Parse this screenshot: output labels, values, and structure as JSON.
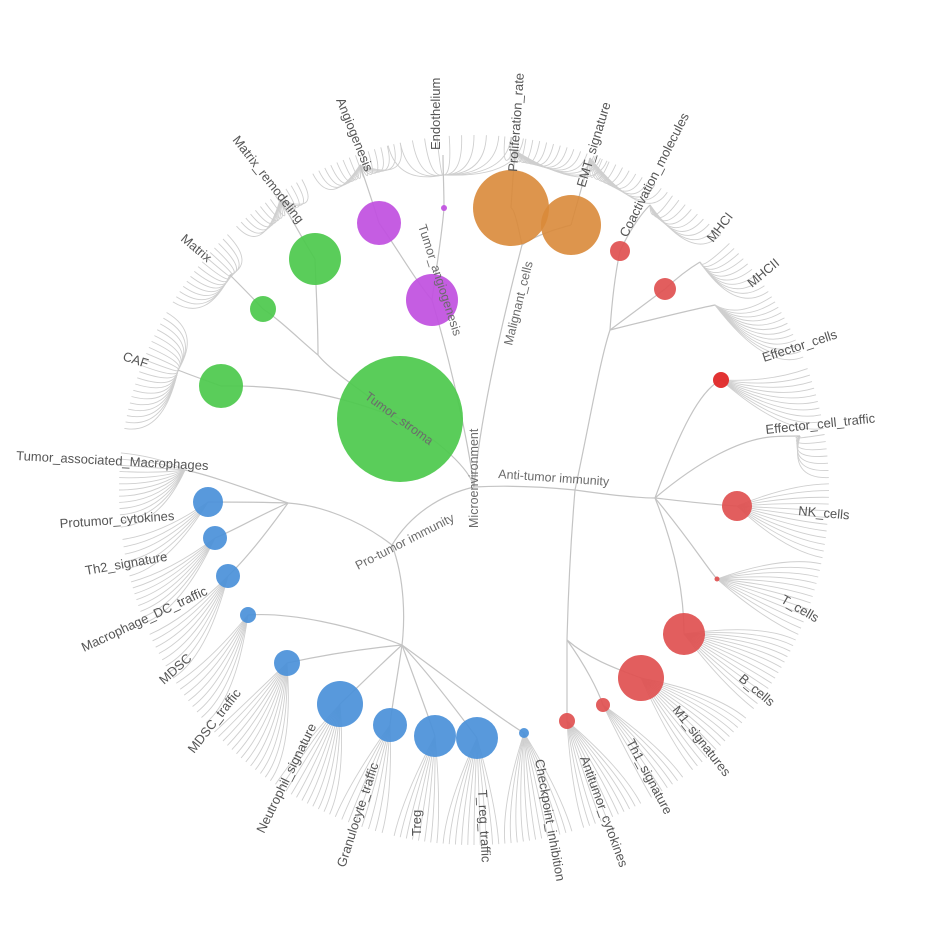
{
  "colors": {
    "stroma": "#4cc94c",
    "angio": "#c04fe0",
    "malignant": "#d98a3a",
    "anti": "#e05050",
    "anti_dark": "#e02828",
    "pro": "#4a90d9",
    "edge": "#c4c4c4",
    "label": "#555555"
  },
  "inner_labels": {
    "microenvironment": "Microenvironment",
    "tumor_stroma": "Tumor_stroma",
    "tumor_angiogenesis": "Tumor_angiogenesis",
    "malignant_cells": "Malignant_cells",
    "anti_tumor_immunity": "Anti-tumor immunity",
    "pro_tumor_immunity": "Pro-tumor immunity"
  },
  "leaves": {
    "endothelium": "Endothelium",
    "proliferation_rate": "Proliferation_rate",
    "emt_signature": "EMT_signature",
    "coactivation_molecules": "Coactivation_molecules",
    "mhci": "MHCI",
    "mhcii": "MHCII",
    "effector_cells": "Effector_cells",
    "effector_cell_traffic": "Effector_cell_traffic",
    "nk_cells": "NK_cells",
    "t_cells": "T_cells",
    "b_cells": "B_cells",
    "m1_signatures": "M1_signatures",
    "th1_signature": "Th1_signature",
    "antitumor_cytokines": "Antitumor_cytokines",
    "checkpoint_inhibition": "Checkpoint_inhibition",
    "t_reg_traffic": "T_reg_traffic",
    "treg": "Treg",
    "granulocyte_traffic": "Granulocyte_traffic",
    "neutrophil_signature": "Neutrophil_signature",
    "mdsc_traffic": "MDSC_traffic",
    "mdsc": "MDSC",
    "macrophage_dc_traffic": "Macrophage_DC_traffic",
    "th2_signature": "Th2_signature",
    "protumor_cytokines": "Protumor_cytokines",
    "tumor_associated_macrophages": "Tumor_associated_Macrophages",
    "caf": "CAF",
    "matrix": "Matrix",
    "matrix_remodeling": "Matrix_remodeling",
    "angiogenesis": "Angiogenesis"
  }
}
